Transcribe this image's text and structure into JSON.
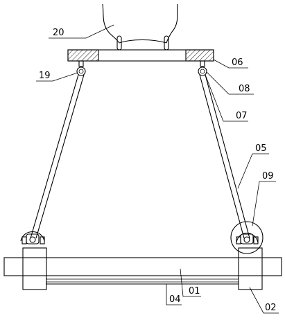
{
  "figure": {
    "labels": {
      "l20": "20",
      "l19": "19",
      "l06": "06",
      "l08": "08",
      "l07": "07",
      "l05": "05",
      "l09": "09",
      "l04": "04",
      "l01": "01",
      "l02": "02"
    }
  }
}
